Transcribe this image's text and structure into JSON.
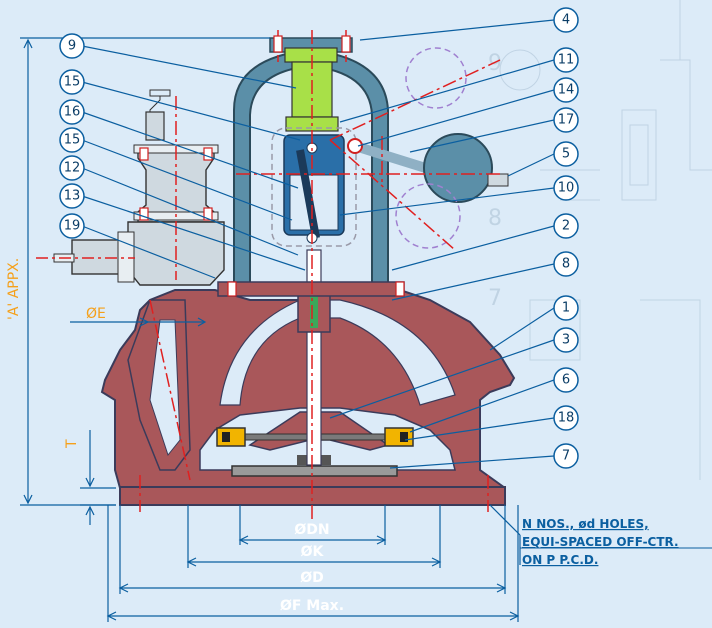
{
  "balloons": [
    "1",
    "2",
    "3",
    "4",
    "5",
    "6",
    "7",
    "8",
    "9",
    "10",
    "11",
    "12",
    "13",
    "14",
    "15",
    "16",
    "17",
    "18",
    "19",
    "15"
  ],
  "dims": {
    "a_height": "'A' APPX.",
    "e": "ØE",
    "t": "T",
    "dn": "ØDN",
    "k": "ØK",
    "d": "ØD",
    "f": "ØF Max."
  },
  "note": {
    "line1": "N NOS., ød HOLES,",
    "line2": "EQUI-SPACED OFF-CTR.",
    "line3": "ON P P.C.D."
  },
  "colors": {
    "background": "#dcebf8",
    "body_fill": "#a9575a",
    "body_outline": "#3b3b5a",
    "bonnet": "#5b8fa8",
    "actuator_green": "#a8e048",
    "lever_blue": "#2a6fa8",
    "dimension": "#f5a01a",
    "leader": "#0b5fa0",
    "centerline": "#e02020",
    "bubble_fill": "#ffffff"
  }
}
